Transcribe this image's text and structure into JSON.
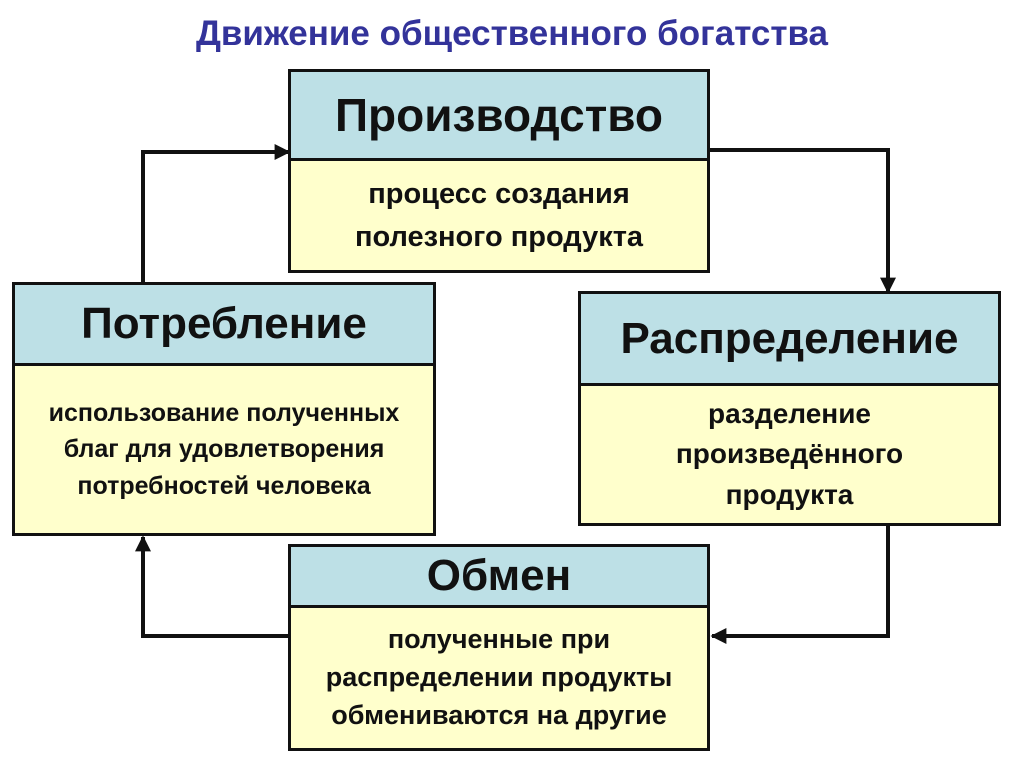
{
  "title": "Движение общественного богатства",
  "stages": {
    "production": {
      "name": "Производство",
      "description": "процесс создания\nполезного продукта"
    },
    "distribution": {
      "name": "Распределение",
      "description": "разделение\nпроизведённого\nпродукта"
    },
    "exchange": {
      "name": "Обмен",
      "description": "полученные при\nраспределении продукты\nобмениваются на другие"
    },
    "consumption": {
      "name": "Потребление",
      "description": "использование полученных\nблаг для удовлетворения\nпотребностей человека"
    }
  },
  "colors": {
    "title": "#33339a",
    "header": "#bde0e6",
    "body": "#ffffcc"
  }
}
